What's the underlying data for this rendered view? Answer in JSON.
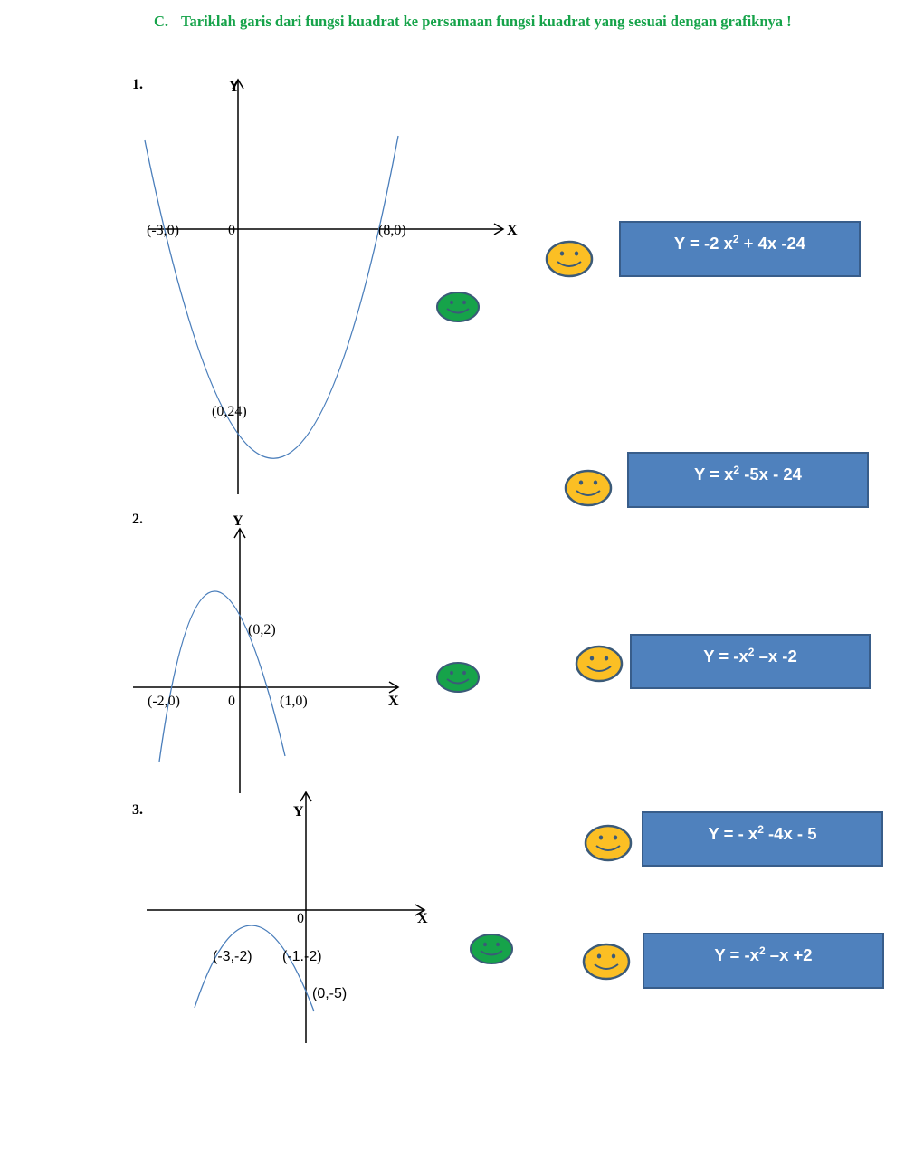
{
  "instruction": {
    "letter": "C.",
    "text": "Tariklah garis dari fungsi kuadrat ke persamaan fungsi kuadrat yang sesuai dengan grafiknya !"
  },
  "graphs": [
    {
      "number": "1.",
      "x_axis_label": "X",
      "y_axis_label": "Y",
      "origin_label": "0",
      "points": [
        "(-3,0)",
        "(8,0)",
        "(0,24)"
      ]
    },
    {
      "number": "2.",
      "x_axis_label": "X",
      "y_axis_label": "Y",
      "origin_label": "0",
      "points": [
        "(0,2)",
        "(-2,0)",
        "(1,0)"
      ]
    },
    {
      "number": "3.",
      "x_axis_label": "X",
      "y_axis_label": "Y",
      "origin_label": "0",
      "points": [
        "(-3,-2)",
        "(-1.-2)",
        "(0,-5)"
      ]
    }
  ],
  "equations": [
    {
      "pre": "Y = -2 x",
      "sup": "2",
      "post": " + 4x -24"
    },
    {
      "pre": "Y = x",
      "sup": "2",
      "post": " -5x - 24"
    },
    {
      "pre": "Y = -x",
      "sup": "2",
      "post": " –x -2"
    },
    {
      "pre": "Y = - x",
      "sup": "2",
      "post": " -4x - 5"
    },
    {
      "pre": "Y = -x",
      "sup": "2",
      "post": " –x +2"
    }
  ],
  "colors": {
    "title_green": "#16a34a",
    "curve_blue": "#4a7ebb",
    "box_fill": "#4f81bd",
    "box_border": "#385d8a",
    "smiley_yellow": "#fbbf24",
    "smiley_green": "#16a34a",
    "smiley_outline": "#3b5a78"
  },
  "icons": {
    "source_handle": "green-smiley-icon",
    "target_handle": "yellow-smiley-icon"
  }
}
